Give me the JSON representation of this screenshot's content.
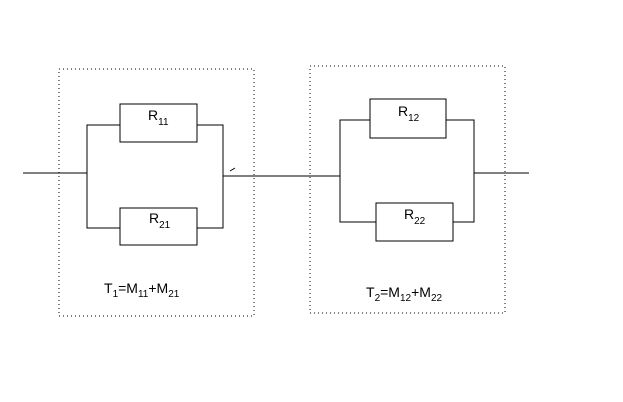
{
  "resistors": [
    {
      "id": "r11",
      "base": "R",
      "sub": "11"
    },
    {
      "id": "r21",
      "base": "R",
      "sub": "21"
    },
    {
      "id": "r12",
      "base": "R",
      "sub": "12"
    },
    {
      "id": "r22",
      "base": "R",
      "sub": "22"
    }
  ],
  "formulas": {
    "t1": {
      "parts": [
        "T",
        "1",
        "=M",
        "11",
        "+M",
        "21"
      ]
    },
    "t2": {
      "parts": [
        "T",
        "2",
        "=M",
        "12",
        "+M",
        "22"
      ]
    }
  },
  "colors": {
    "line": "#000000",
    "background": "#ffffff"
  }
}
